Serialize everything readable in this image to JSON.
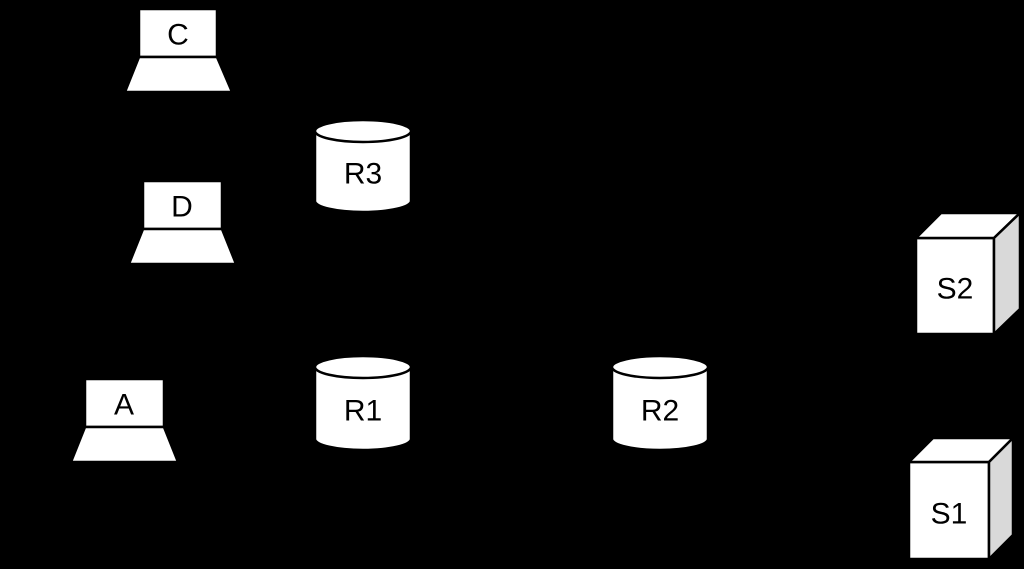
{
  "background": "#000000",
  "shape_fill": "#ffffff",
  "shade_fill": "#d9d9d9",
  "nodes": {
    "laptops": [
      {
        "id": "C",
        "label": "C",
        "icon": "laptop-icon"
      },
      {
        "id": "D",
        "label": "D",
        "icon": "laptop-icon"
      },
      {
        "id": "A",
        "label": "A",
        "icon": "laptop-icon"
      }
    ],
    "routers": [
      {
        "id": "R3",
        "label": "R3",
        "icon": "router-cylinder-icon"
      },
      {
        "id": "R1",
        "label": "R1",
        "icon": "router-cylinder-icon"
      },
      {
        "id": "R2",
        "label": "R2",
        "icon": "router-cylinder-icon"
      }
    ],
    "servers": [
      {
        "id": "S2",
        "label": "S2",
        "icon": "server-cube-icon"
      },
      {
        "id": "S1",
        "label": "S1",
        "icon": "server-cube-icon"
      }
    ]
  }
}
